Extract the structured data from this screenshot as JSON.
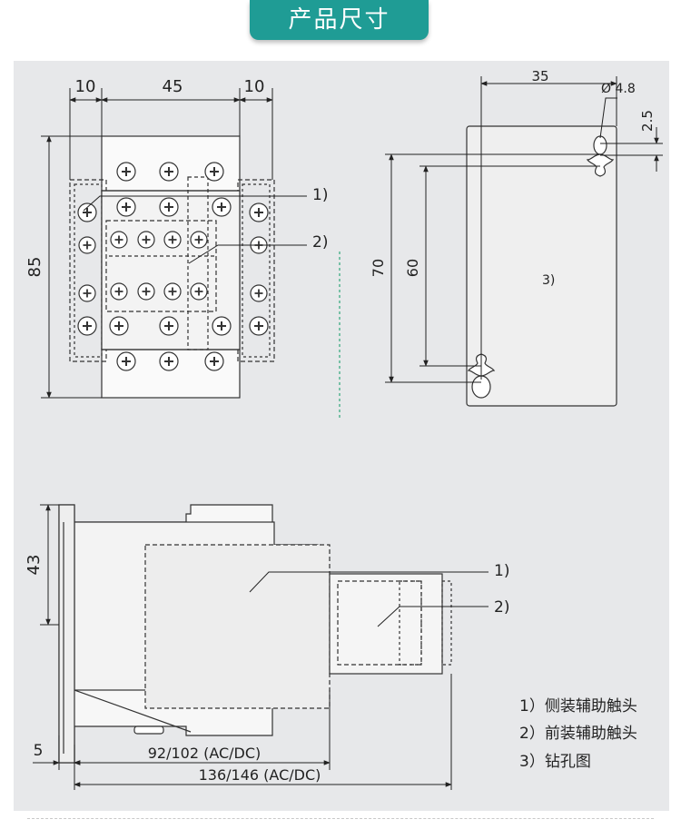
{
  "header": {
    "title": "产品尺寸"
  },
  "front_view": {
    "dim_left": "10",
    "dim_center": "45",
    "dim_right": "10",
    "dim_height": "85",
    "callout_1": "1)",
    "callout_2": "2)"
  },
  "drill_view": {
    "dim_width": "35",
    "dim_hole": "Ø 4.8",
    "dim_offset": "2.5",
    "dim_outer": "70",
    "dim_inner": "60",
    "callout_3": "3)"
  },
  "side_view": {
    "dim_height": "43",
    "dim_base": "5",
    "dim_depth_1": "92/102 (AC/DC)",
    "dim_depth_2": "136/146 (AC/DC)",
    "callout_1": "1)",
    "callout_2": "2)"
  },
  "legend": [
    "1）侧装辅助触头",
    "2）前装辅助触头",
    "3）钻孔图"
  ],
  "colors": {
    "accent": "#1f9c95",
    "panel": "#e7e8ea",
    "line": "#222222"
  }
}
